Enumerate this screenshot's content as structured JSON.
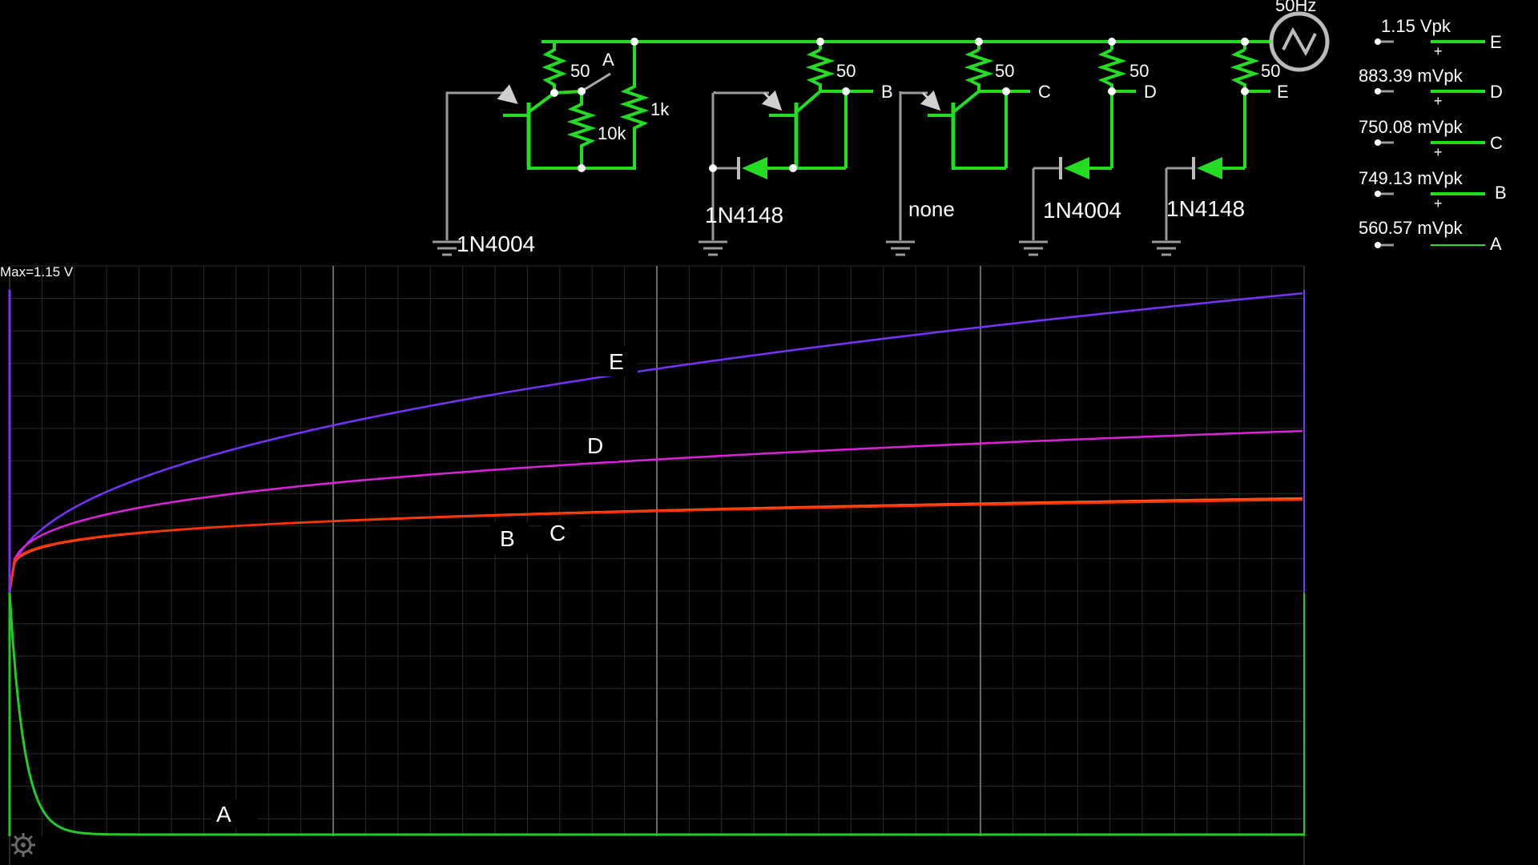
{
  "circuit": {
    "source": {
      "frequency": "50Hz"
    },
    "resistor_values": {
      "r_a_emitter": "50",
      "r_a_base": "10k",
      "r_a_bias": "1k",
      "r_b": "50",
      "r_c": "50",
      "r_d": "50",
      "r_e": "50"
    },
    "diode_models": {
      "a": "1N4004",
      "b": "1N4148",
      "c": "none",
      "d": "1N4004",
      "e": "1N4148"
    },
    "node_labels": [
      "A",
      "B",
      "C",
      "D",
      "E"
    ]
  },
  "meters": [
    {
      "value": "1.15 Vpk",
      "node": "E",
      "plus": "+"
    },
    {
      "value": "883.39 mVpk",
      "node": "D",
      "plus": "+"
    },
    {
      "value": "750.08 mVpk",
      "node": "C",
      "plus": "+"
    },
    {
      "value": "749.13 mVpk",
      "node": "B",
      "plus": "+"
    },
    {
      "value": "560.57 mVpk",
      "node": "A",
      "plus": ""
    }
  ],
  "scope": {
    "max_label": "Max=1.15 V",
    "colors": {
      "A": "#22cc22",
      "B": "#ff3300",
      "C": "#ff5522",
      "D": "#dd22dd",
      "E": "#7733ff"
    },
    "trace_labels": [
      "E",
      "D",
      "B",
      "C",
      "A"
    ]
  },
  "colors": {
    "wire_active": "#22dd22",
    "wire_idle": "#9a9a9a",
    "grid": "#2a2a2a",
    "grid_major": "#6a6a6a"
  }
}
